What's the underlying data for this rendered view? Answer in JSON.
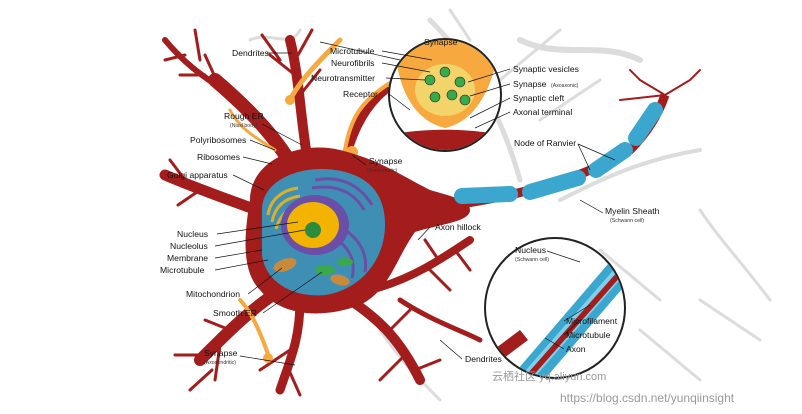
{
  "labels": {
    "dendrites_top": "Dendrites",
    "rough_er": "Rough ER",
    "rough_er_sub": "(Nissl body)",
    "polyribosomes": "Polyribosomes",
    "ribosomes": "Ribosomes",
    "golgi": "Golgi apparatus",
    "nucleus": "Nucleus",
    "nucleolus": "Nucleolus",
    "membrane": "Membrane",
    "microtubule_left": "Microtubule",
    "mitochondrion": "Mitochondrion",
    "smooth_er": "Smooth ER",
    "synapse_axodendritic": "Synapse",
    "synapse_axodendritic_sub": "(Axodendritic)",
    "dendrites_bottom": "Dendrites",
    "microtubule_inset": "Microtubule",
    "neurofibrils": "Neurofibrils",
    "neurotransmitter": "Neurotransmitter",
    "receptor": "Receptor",
    "synapse_inset_title": "Synapse",
    "synaptic_vesicles": "Synaptic vesicles",
    "synapse_axoaxonic": "Synapse",
    "synapse_axoaxonic_sub": "(Axoaxonic)",
    "synaptic_cleft": "Synaptic cleft",
    "axonal_terminal": "Axonal terminal",
    "synapse_axosomatic": "Synapse",
    "synapse_axosomatic_sub": "(Axosomatic)",
    "node_of_ranvier": "Node of Ranvier",
    "axon_hillock": "Axon hillock",
    "myelin_sheath": "Myelin Sheath",
    "myelin_sheath_sub": "(Schwann cell)",
    "schwann_nucleus": "Nucleus",
    "schwann_nucleus_sub": "(Schwann cell)",
    "microfilament": "Microfilament",
    "microtubule_axon": "Microtubule",
    "axon": "Axon"
  },
  "watermarks": {
    "yunqi": "云栖社区 yq.aliyun.com",
    "csdn": "https://blog.csdn.net/yunqiinsight"
  },
  "colors": {
    "neuron_body": "#a31d1d",
    "nucleus": "#f2b400",
    "cytoplasm": "#3f8fb5",
    "golgi": "#d9b02a",
    "rough_er": "#6b4ea8",
    "mitochondria": "#c98a3c",
    "myelin": "#3ba7cf",
    "axon_terminal": "#f7a940",
    "background_neurons": "#d8d8d8"
  }
}
